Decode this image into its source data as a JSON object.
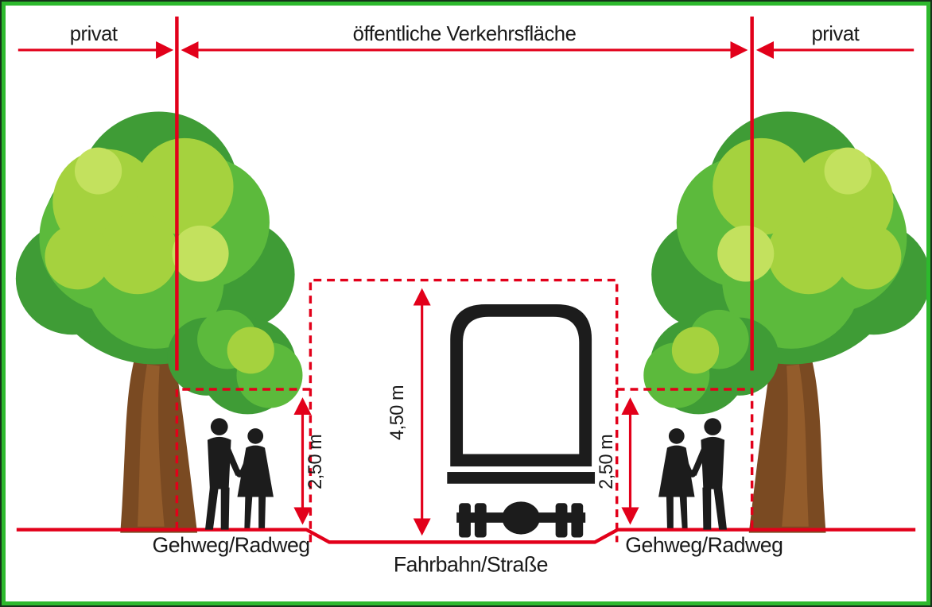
{
  "diagram": {
    "zones": {
      "private_left": "privat",
      "public": "öffentliche Verkehrsfläche",
      "private_right": "privat"
    },
    "surfaces": {
      "sidewalk_left": "Gehweg/Radweg",
      "road": "Fahrbahn/Straße",
      "sidewalk_right": "Gehweg/Radweg"
    },
    "clearances": {
      "sidewalk_left": "2,50 m",
      "road": "4,50 m",
      "sidewalk_right": "2,50 m"
    },
    "figures": {
      "tree_left": "tree-illustration",
      "tree_right": "tree-illustration",
      "truck": "truck-rear-silhouette",
      "pedestrians_left": "walking-couple-silhouette",
      "pedestrians_right": "walking-couple-silhouette"
    }
  },
  "colors": {
    "accent_red": "#e2001a",
    "frame_green": "#2db92d",
    "silhouette_black": "#1c1c1c",
    "foliage_dark": "#3f9c36",
    "foliage_mid": "#5cba3c",
    "foliage_light": "#a5d23e",
    "foliage_highlight": "#c3e15e",
    "trunk_brown": "#7a4a22"
  }
}
